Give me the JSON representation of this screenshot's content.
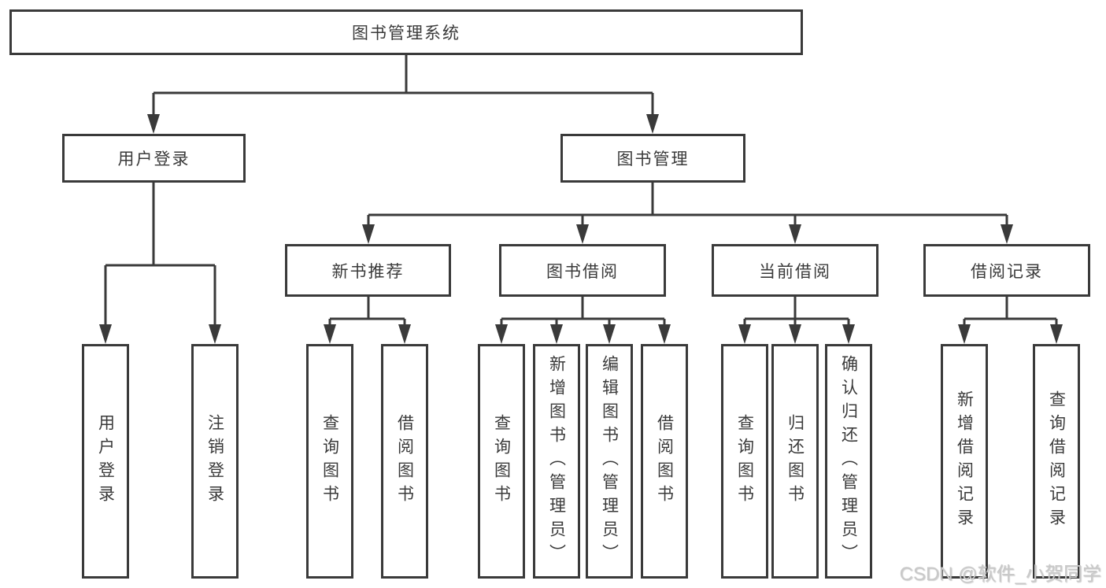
{
  "diagram_title": "图书管理系统",
  "nodes": {
    "root": "图书管理系统",
    "user_login": "用户登录",
    "book_management": "图书管理",
    "new_book_recommend": "新书推荐",
    "book_borrowing": "图书借阅",
    "current_borrowing": "当前借阅",
    "borrowing_records": "借阅记录",
    "leaf_user_login": "用户登录",
    "leaf_logout": "注销登录",
    "leaf_nb_query_book": "查询图书",
    "leaf_nb_borrow_book": "借阅图书",
    "leaf_bb_query_book": "查询图书",
    "leaf_bb_add_book": "新增图书（管理员）",
    "leaf_bb_edit_book": "编辑图书（管理员）",
    "leaf_bb_borrow_book": "借阅图书",
    "leaf_cb_query_book": "查询图书",
    "leaf_cb_return_book": "归还图书",
    "leaf_cb_confirm_return": "确认归还（管理员）",
    "leaf_br_add_record": "新增借阅记录",
    "leaf_br_query_record": "查询借阅记录"
  },
  "edges": [
    {
      "from": "root",
      "to": [
        "user_login",
        "book_management"
      ]
    },
    {
      "from": "user_login",
      "to": [
        "leaf_user_login",
        "leaf_logout"
      ]
    },
    {
      "from": "book_management",
      "to": [
        "new_book_recommend",
        "book_borrowing",
        "current_borrowing",
        "borrowing_records"
      ]
    },
    {
      "from": "new_book_recommend",
      "to": [
        "leaf_nb_query_book",
        "leaf_nb_borrow_book"
      ]
    },
    {
      "from": "book_borrowing",
      "to": [
        "leaf_bb_query_book",
        "leaf_bb_add_book",
        "leaf_bb_edit_book",
        "leaf_bb_borrow_book"
      ]
    },
    {
      "from": "current_borrowing",
      "to": [
        "leaf_cb_query_book",
        "leaf_cb_return_book",
        "leaf_cb_confirm_return"
      ]
    },
    {
      "from": "borrowing_records",
      "to": [
        "leaf_br_add_record",
        "leaf_br_query_record"
      ]
    }
  ],
  "watermark": "CSDN @软件_小贺同学",
  "colors": {
    "line": "#3a3a3a",
    "text": "#3a3a3a",
    "watermark": "#c9c9c9",
    "bg": "#ffffff"
  }
}
